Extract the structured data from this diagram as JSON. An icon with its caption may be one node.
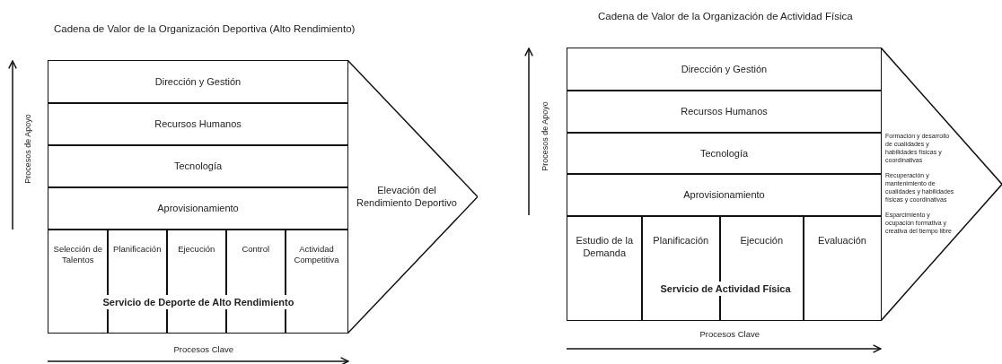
{
  "diagram": {
    "nodes": [
      {
        "text": [
          "Dirección y Gestión"
        ]
      },
      {
        "text": [
          "Recursos Humanos"
        ]
      },
      {
        "text": [
          "Tecnología"
        ]
      },
      {
        "text": [
          "Aprovisionamiento"
        ]
      },
      {
        "text": [
          "Selección de Talentos"
        ]
      },
      {
        "text": [
          "Planificación"
        ]
      },
      {
        "text": [
          "Ejecución"
        ]
      },
      {
        "text": [
          "Control"
        ]
      },
      {
        "text": [
          "Actividad Competitiva"
        ]
      },
      {
        "text": [
          "Elevación del Rendimiento Deportivo"
        ]
      },
      {
        "text": [
          "Dirección y Gestión"
        ]
      },
      {
        "text": [
          "Recursos Humanos"
        ]
      },
      {
        "text": [
          "Tecnología"
        ]
      },
      {
        "text": [
          "Aprovisionamiento"
        ]
      },
      {
        "text": [
          "Estudio de la Demanda"
        ]
      },
      {
        "text": [
          "Planificación"
        ]
      },
      {
        "text": [
          "Ejecución"
        ]
      },
      {
        "text": [
          "Evaluación"
        ]
      },
      {
        "text": [
          "Formación y desarrollo de cualidades y habilidades físicas y coordinativas",
          "Recuperación y mantenimiento de cualidades y habilidades físicas y coordinativas",
          "Esparcimiento y ocupación formativa y creativa del tiempo libre"
        ]
      }
    ],
    "labels": [
      "Cadena de Valor de la Organización Deportiva (Alto Rendimiento)",
      "Procesos de Apoyo",
      "Servicio de Deporte de Alto Rendimiento",
      "Procesos Clave",
      "Cadena de Valor de la Organización de Actividad Física",
      "Procesos de Apoyo",
      "Servicio de Actividad Física",
      "Procesos Clave"
    ]
  }
}
